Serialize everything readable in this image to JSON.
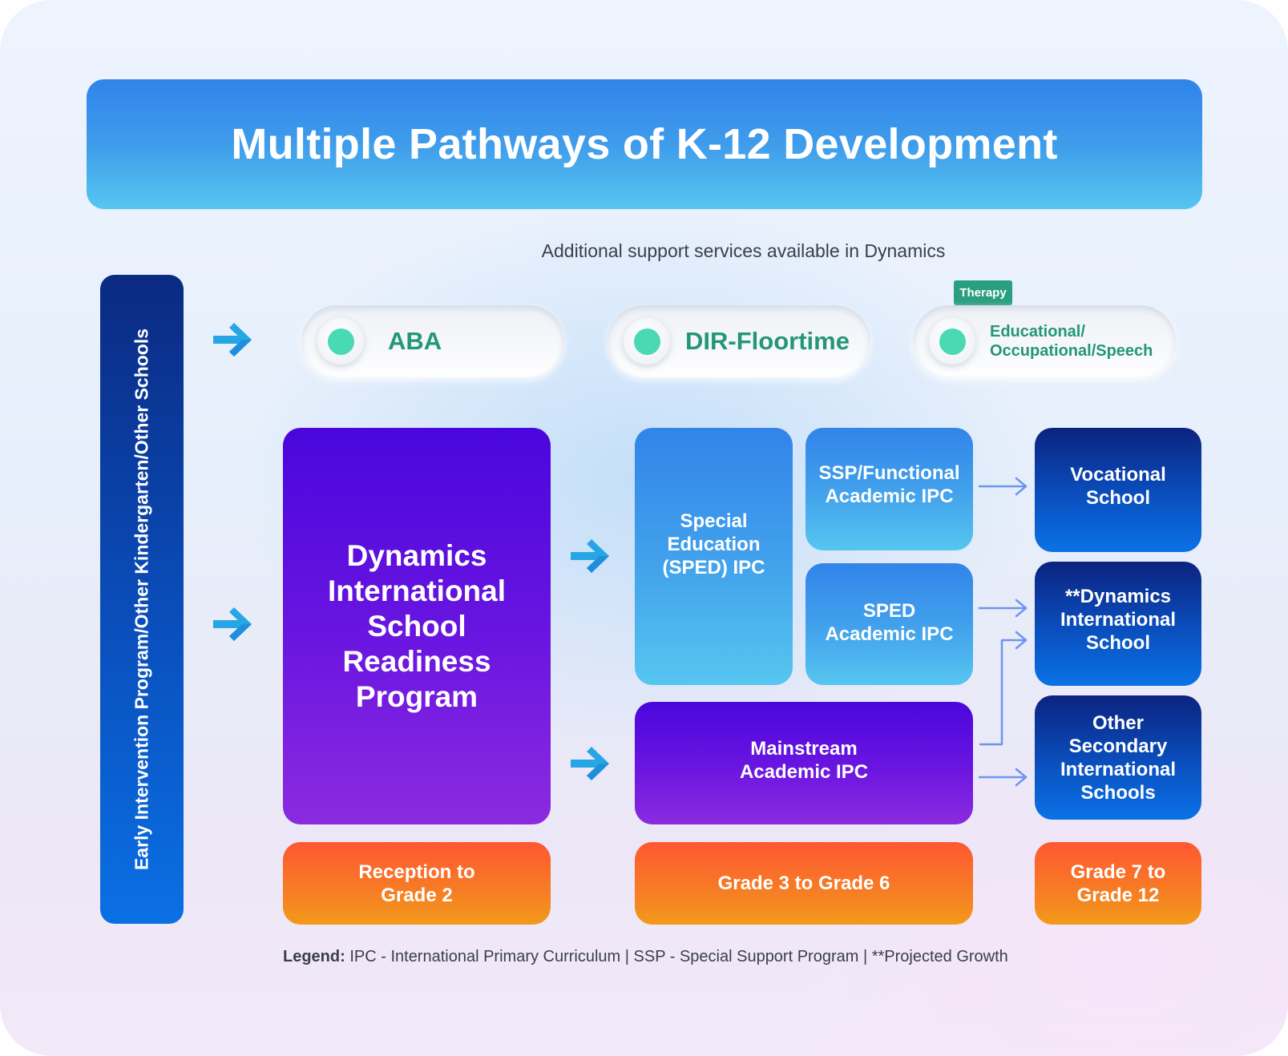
{
  "title": "Multiple Pathways of K-12 Development",
  "subtitle": "Additional support services available in Dynamics",
  "side_bar": {
    "label": "Early Intervention Program/Other Kindergarten/Other Schools"
  },
  "support_services": {
    "tag": "Therapy",
    "items": [
      {
        "label": "ABA",
        "icon": "toggle-dot-icon"
      },
      {
        "label": "DIR-Floortime",
        "icon": "toggle-dot-icon"
      },
      {
        "label": "Educational/\nOccupational/Speech",
        "icon": "toggle-dot-icon"
      }
    ]
  },
  "programs": {
    "readiness": "Dynamics\nInternational\nSchool\nReadiness\nProgram",
    "sped_ipc": "Special\nEducation\n(SPED) IPC",
    "ssp_ipc": "SSP/Functional\nAcademic IPC",
    "sped_academic_ipc": "SPED\nAcademic IPC",
    "mainstream_ipc": "Mainstream\nAcademic IPC"
  },
  "destinations": {
    "vocational": "Vocational\nSchool",
    "dynamics_international": "**Dynamics\nInternational\nSchool",
    "other_secondary": "Other\nSecondary\nInternational\nSchools"
  },
  "grade_levels": [
    "Reception to\nGrade 2",
    "Grade 3 to Grade 6",
    "Grade 7 to\nGrade 12"
  ],
  "legend": {
    "label": "Legend:",
    "text": " IPC - International Primary Curriculum | SSP - Special Support  Program | **Projected Growth"
  },
  "colors": {
    "title_banner": "#3f9ceb",
    "side_bar": "#0a4fbd",
    "purple": "#6b16e0",
    "sky_blue": "#43a3ec",
    "navy": "#0a4fbe",
    "orange": "#f77a25",
    "therapy_tag": "#2a9e81",
    "service_text": "#239778",
    "toggle_dot": "#49d9b3",
    "connector": "#6b96f0",
    "arrow": "#27a6e6"
  }
}
